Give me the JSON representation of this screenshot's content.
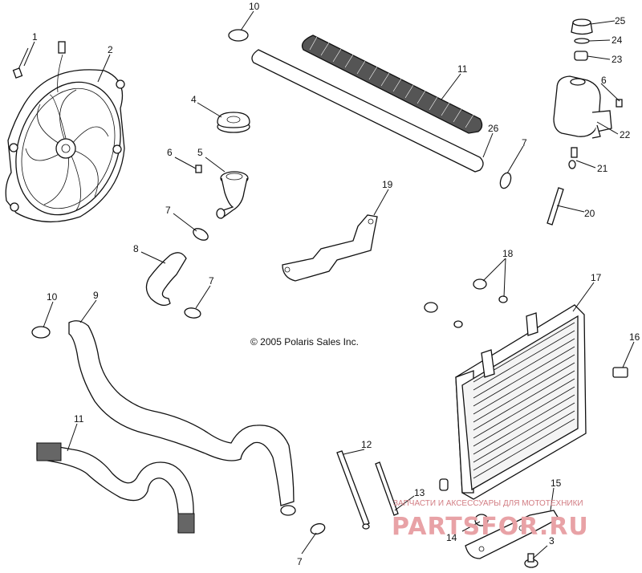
{
  "copyright": "© 2005 Polaris Sales Inc.",
  "watermark": {
    "tagline": "ЗАПЧАСТИ И АКСЕССУАРЫ ДЛЯ МОТОТЕХНИКИ",
    "logo": "PARTSFOR.RU"
  },
  "callouts": [
    {
      "id": "c1",
      "label": "1"
    },
    {
      "id": "c2",
      "label": "2"
    },
    {
      "id": "c3",
      "label": "3"
    },
    {
      "id": "c4",
      "label": "4"
    },
    {
      "id": "c5",
      "label": "5"
    },
    {
      "id": "c6a",
      "label": "6"
    },
    {
      "id": "c6b",
      "label": "6"
    },
    {
      "id": "c7a",
      "label": "7"
    },
    {
      "id": "c7b",
      "label": "7"
    },
    {
      "id": "c7c",
      "label": "7"
    },
    {
      "id": "c7d",
      "label": "7"
    },
    {
      "id": "c8",
      "label": "8"
    },
    {
      "id": "c9",
      "label": "9"
    },
    {
      "id": "c10a",
      "label": "10"
    },
    {
      "id": "c10b",
      "label": "10"
    },
    {
      "id": "c11a",
      "label": "11"
    },
    {
      "id": "c11b",
      "label": "11"
    },
    {
      "id": "c12",
      "label": "12"
    },
    {
      "id": "c13",
      "label": "13"
    },
    {
      "id": "c14",
      "label": "14"
    },
    {
      "id": "c15",
      "label": "15"
    },
    {
      "id": "c16",
      "label": "16"
    },
    {
      "id": "c17",
      "label": "17"
    },
    {
      "id": "c18",
      "label": "18"
    },
    {
      "id": "c19",
      "label": "19"
    },
    {
      "id": "c20",
      "label": "20"
    },
    {
      "id": "c21",
      "label": "21"
    },
    {
      "id": "c22",
      "label": "22"
    },
    {
      "id": "c23",
      "label": "23"
    },
    {
      "id": "c24",
      "label": "24"
    },
    {
      "id": "c25",
      "label": "25"
    },
    {
      "id": "c26",
      "label": "26"
    }
  ]
}
